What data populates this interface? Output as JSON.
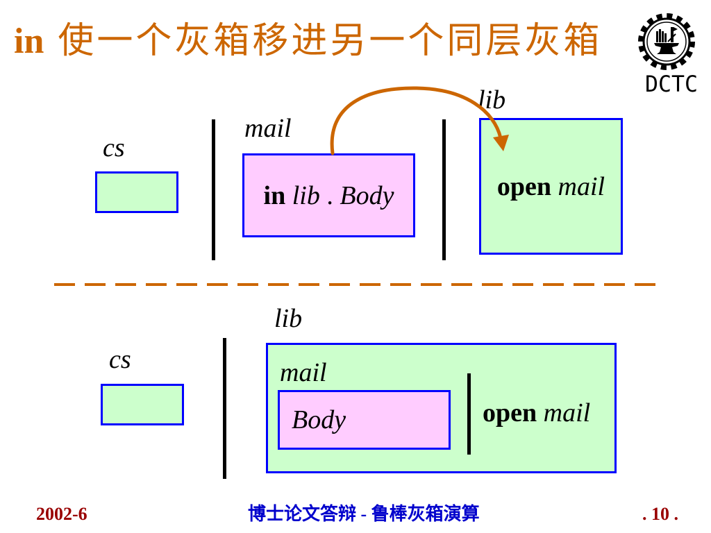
{
  "title": {
    "keyword": "in",
    "text": "使一个灰箱移进另一个同层灰箱"
  },
  "logo": {
    "lettering": "DCTC",
    "icon": "gear-emblem-icon"
  },
  "before": {
    "cs_label": "cs",
    "mail_label": "mail",
    "mail_body": {
      "keyword": "in",
      "target": "lib",
      "dot": ".",
      "body": "Body"
    },
    "lib_label": "lib",
    "lib_body": {
      "keyword": "open",
      "name": "mail"
    }
  },
  "after": {
    "lib_label": "lib",
    "cs_label": "cs",
    "mail_label": "mail",
    "mail_body": {
      "body": "Body"
    },
    "lib_body": {
      "keyword": "open",
      "name": "mail"
    }
  },
  "footer": {
    "date": "2002-6",
    "center": "博士论文答辩 - 鲁棒灰箱演算",
    "page": ". 10 ."
  },
  "colors": {
    "accent": "#CC6600",
    "box_border": "#0000FF",
    "green_fill": "#CCFFCC",
    "pink_fill": "#FFCCFF",
    "footer_text": "#990000",
    "footer_center_text": "#0000CC",
    "bar": "#000000"
  }
}
